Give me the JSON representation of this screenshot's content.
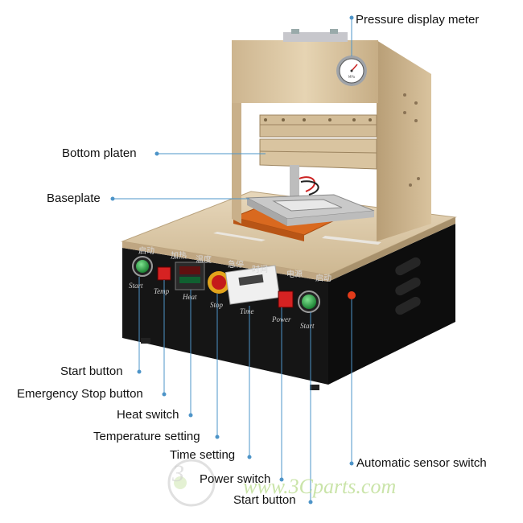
{
  "labels": {
    "pressure_meter": "Pressure display meter",
    "bottom_platen": "Bottom platen",
    "baseplate": "Baseplate",
    "start_button_left": "Start button",
    "emergency_stop": "Emergency Stop button",
    "heat_switch": "Heat switch",
    "temperature_setting": "Temperature setting",
    "time_setting": "Time setting",
    "power_switch": "Power switch",
    "start_button_right": "Start button",
    "auto_sensor": "Automatic sensor switch"
  },
  "panel_labels": {
    "start_left": "Start",
    "temp": "Temp",
    "heat": "Heat",
    "stop": "Stop",
    "time": "Time",
    "power": "Power",
    "start_right": "Start"
  },
  "panel_cn": {
    "cn_start": "启动",
    "cn_heat": "加热",
    "cn_temp": "温度",
    "cn_stop": "急停",
    "cn_time": "时间",
    "cn_power": "电源",
    "cn_start2": "启动"
  },
  "watermark": {
    "brand": "www.3Cparts.com",
    "logo_digit": "3"
  },
  "colors": {
    "machine_gold": "#d8c3a0",
    "base_black": "#141414",
    "leader_line": "#4d94c8",
    "green_button": "#2f9e4a",
    "red_switch": "#d62222",
    "stop_yellow": "#e2a41c",
    "heat_pad_orange": "#d9691f"
  }
}
